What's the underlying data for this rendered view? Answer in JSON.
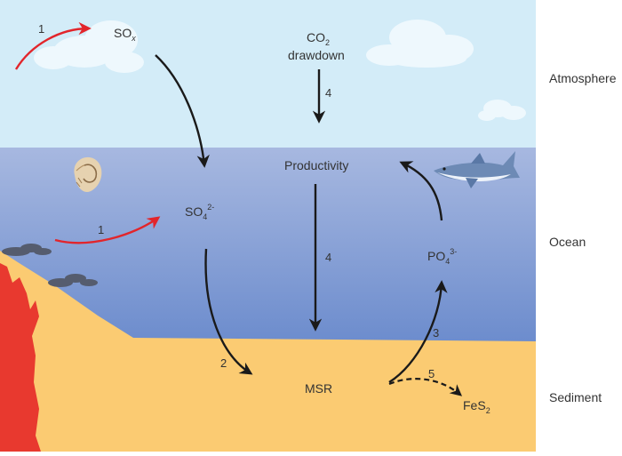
{
  "zones": {
    "atmosphere": "Atmosphere",
    "ocean": "Ocean",
    "sediment": "Sediment"
  },
  "labels": {
    "sox_main": "SO",
    "sox_sub": "x",
    "co2_main": "CO",
    "co2_sub": "2",
    "drawdown": "drawdown",
    "productivity": "Productivity",
    "so4_main": "SO",
    "so4_sub": "4",
    "so4_sup": "2-",
    "po4_main": "PO",
    "po4_sub": "4",
    "po4_sup": "3-",
    "msr": "MSR",
    "fes2_main": "FeS",
    "fes2_sub": "2"
  },
  "arrow_numbers": {
    "volcanic_to_sox": "1",
    "volcanic_to_so4": "1",
    "so4_to_msr": "2",
    "msr_to_po4": "3",
    "co2_drawdown": "4",
    "productivity_down": "4",
    "msr_to_fes2": "5"
  },
  "colors": {
    "sky": "#d3ecf8",
    "ocean_top": "#9fb4df",
    "ocean_bottom": "#6f8fcf",
    "sediment": "#fbcb72",
    "volcano": "#e8392f",
    "red_arrow": "#e2252b",
    "black_arrow": "#1a1a1a"
  },
  "icons": [
    "cloud-icon",
    "nautilus-icon",
    "shark-icon",
    "volcano-icon",
    "smoke-icon"
  ]
}
